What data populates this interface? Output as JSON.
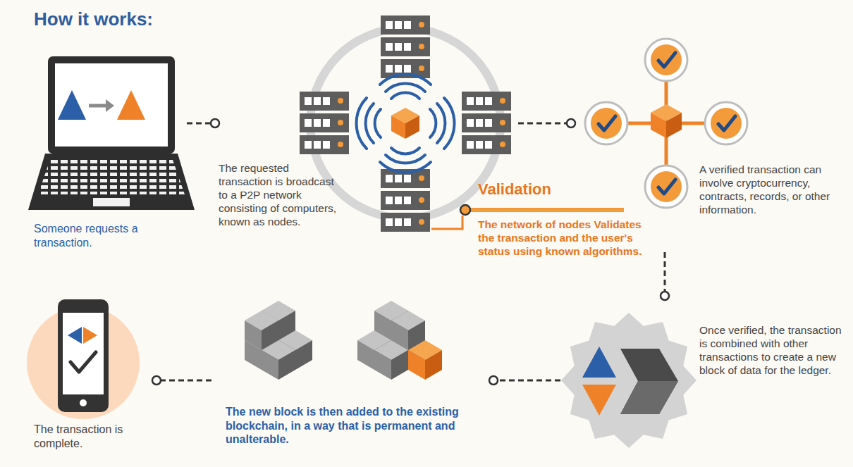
{
  "diagram": {
    "title": "How it works:",
    "nodes": [
      {
        "text": [
          "Someone requests a transaction."
        ]
      },
      {
        "text": [
          "The requested transaction is broadcast to a P2P network consisting of computers, known as nodes."
        ]
      },
      {
        "text": [
          "Validation",
          "The network of nodes Validates the transaction and the user's status using known algorithms."
        ]
      },
      {
        "text": [
          "A verified transaction can involve cryptocurrency, contracts, records, or other information."
        ]
      },
      {
        "text": [
          "Once verified, the transaction is combined with other transactions to create a new block of data for the ledger."
        ]
      },
      {
        "text": [
          "The new block is then added to the existing blockchain, in a way that is permanent and unalterable."
        ]
      },
      {
        "text": [
          "The transaction is complete."
        ]
      }
    ],
    "edges": [
      {
        "from": 0,
        "to": 1,
        "arrow": "to"
      },
      {
        "from": 1,
        "to": 3,
        "arrow": "to"
      },
      {
        "from": 3,
        "to": 4,
        "arrow": "to"
      },
      {
        "from": 4,
        "to": 5,
        "arrow": "to"
      },
      {
        "from": 5,
        "to": 6,
        "arrow": "to"
      }
    ]
  }
}
